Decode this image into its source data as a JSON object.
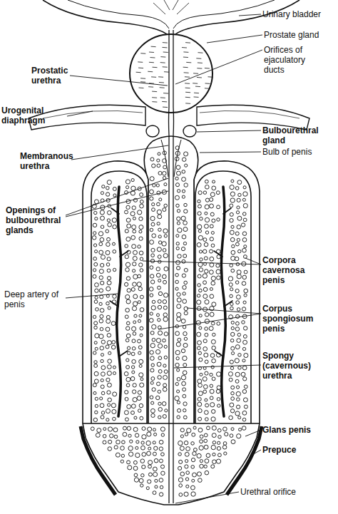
{
  "diagram": {
    "labels": [
      "Urinary bladder",
      "Prostate gland",
      "Orifices of ejaculatory ducts",
      "Prostatic urethra",
      "Urogenital diaphragm",
      "Bulbourethral gland",
      "Membranous urethra",
      "Bulb of penis",
      "Openings of bulbourethral glands",
      "Corpora cavernosa penis",
      "Deep artery of penis",
      "Corpus spongiosum penis",
      "Spongy (cavernous) urethra",
      "Glans penis",
      "Prepuce",
      "Urethral orifice"
    ]
  }
}
